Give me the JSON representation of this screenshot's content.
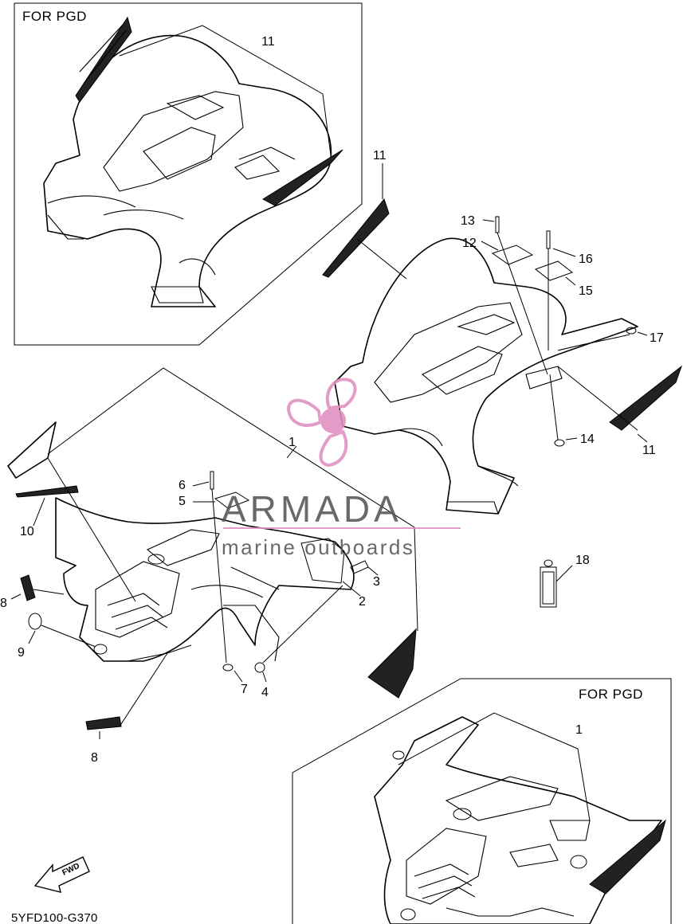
{
  "diagram": {
    "variant_label": "FOR PGD",
    "figure_code": "5YFD100-G370",
    "fwd_label": "FWD",
    "callouts": [
      "1",
      "2",
      "3",
      "4",
      "5",
      "6",
      "7",
      "8",
      "9",
      "10",
      "11",
      "12",
      "13",
      "14",
      "15",
      "16",
      "17",
      "18"
    ]
  },
  "watermark": {
    "brand": "ARMADA",
    "tagline": "marine outboards",
    "accent_color": "#e08fc0",
    "text_color": "#555555"
  }
}
